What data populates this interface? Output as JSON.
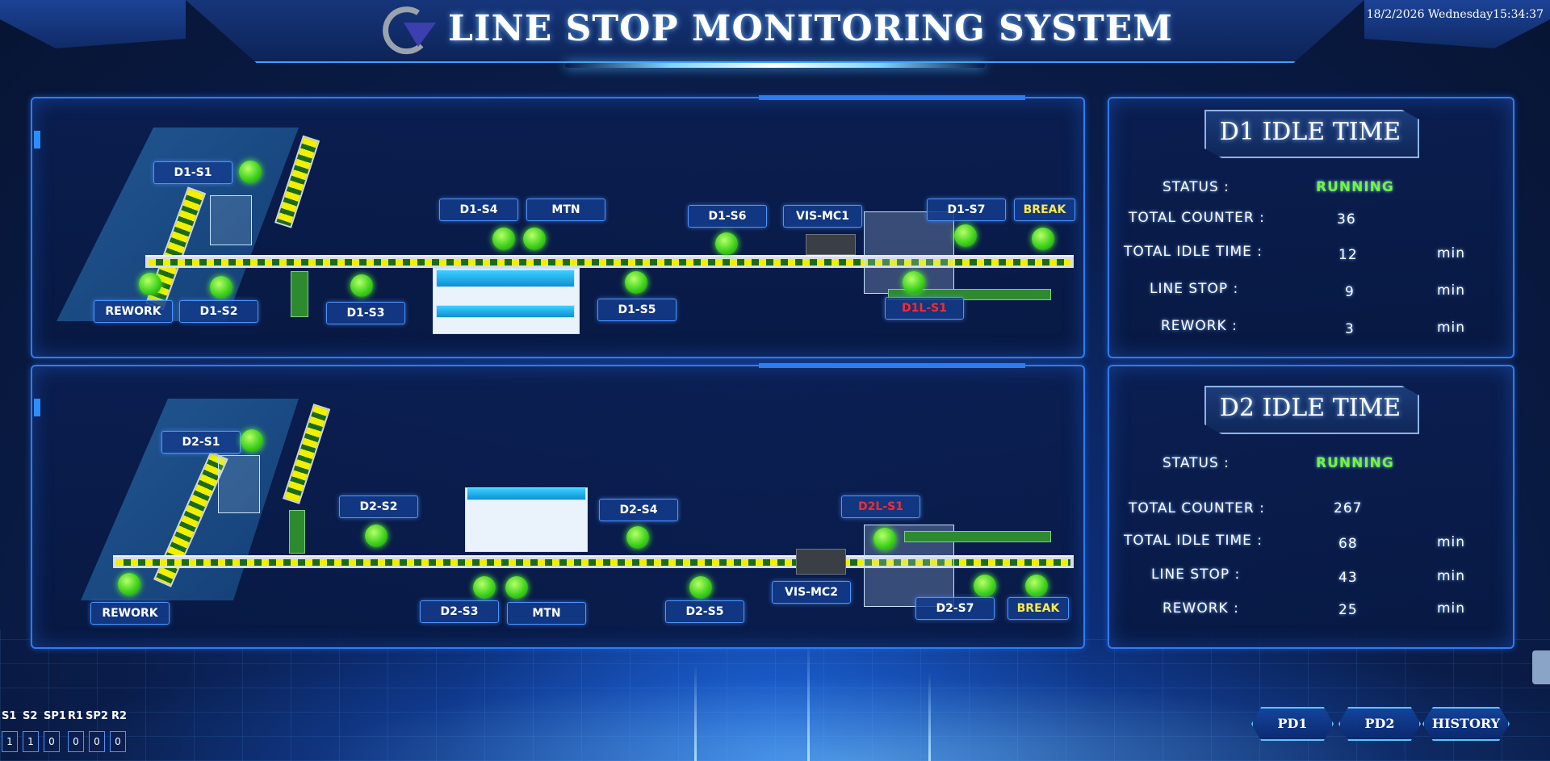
{
  "header": {
    "title": "LINE STOP MONITORING SYSTEM",
    "datetime": "18/2/2026 Wednesday15:34:37"
  },
  "line_d1": {
    "stations": {
      "s1": "D1-S1",
      "s2": "D1-S2",
      "s3": "D1-S3",
      "s4": "D1-S4",
      "s5": "D1-S5",
      "s6": "D1-S6",
      "s7": "D1-S7",
      "mtn": "MTN",
      "vis": "VIS-MC1",
      "rework": "REWORK",
      "break": "BREAK",
      "alert": "D1L-S1"
    }
  },
  "line_d2": {
    "stations": {
      "s1": "D2-S1",
      "s2": "D2-S2",
      "s3": "D2-S3",
      "s4": "D2-S4",
      "s5": "D2-S5",
      "s7": "D2-S7",
      "mtn": "MTN",
      "vis": "VIS-MC2",
      "rework": "REWORK",
      "break": "BREAK",
      "alert": "D2L-S1"
    }
  },
  "d1_idle": {
    "title": "D1 IDLE TIME",
    "status_label": "STATUS :",
    "status_value": "RUNNING",
    "counter_label": "TOTAL COUNTER :",
    "counter_value": "36",
    "idle_label": "TOTAL IDLE TIME :",
    "idle_value": "12",
    "idle_unit": "min",
    "stop_label": "LINE STOP :",
    "stop_value": "9",
    "stop_unit": "min",
    "rework_label": "REWORK :",
    "rework_value": "3",
    "rework_unit": "min"
  },
  "d2_idle": {
    "title": "D2 IDLE TIME",
    "status_label": "STATUS :",
    "status_value": "RUNNING",
    "counter_label": "TOTAL COUNTER :",
    "counter_value": "267",
    "idle_label": "TOTAL IDLE TIME :",
    "idle_value": "68",
    "idle_unit": "min",
    "stop_label": "LINE STOP :",
    "stop_value": "43",
    "stop_unit": "min",
    "rework_label": "REWORK :",
    "rework_value": "25",
    "rework_unit": "min"
  },
  "signals": {
    "labels": [
      "S1",
      "S2",
      "SP1",
      "R1",
      "SP2",
      "R2"
    ],
    "values": [
      "1",
      "1",
      "0",
      "0",
      "0",
      "0"
    ]
  },
  "nav": {
    "pd1": "PD1",
    "pd2": "PD2",
    "history": "HISTORY"
  },
  "colors": {
    "running": "#6cff2a",
    "alert": "#ff2a2a",
    "break": "#ffe94a",
    "accent": "#2f7cf0"
  }
}
